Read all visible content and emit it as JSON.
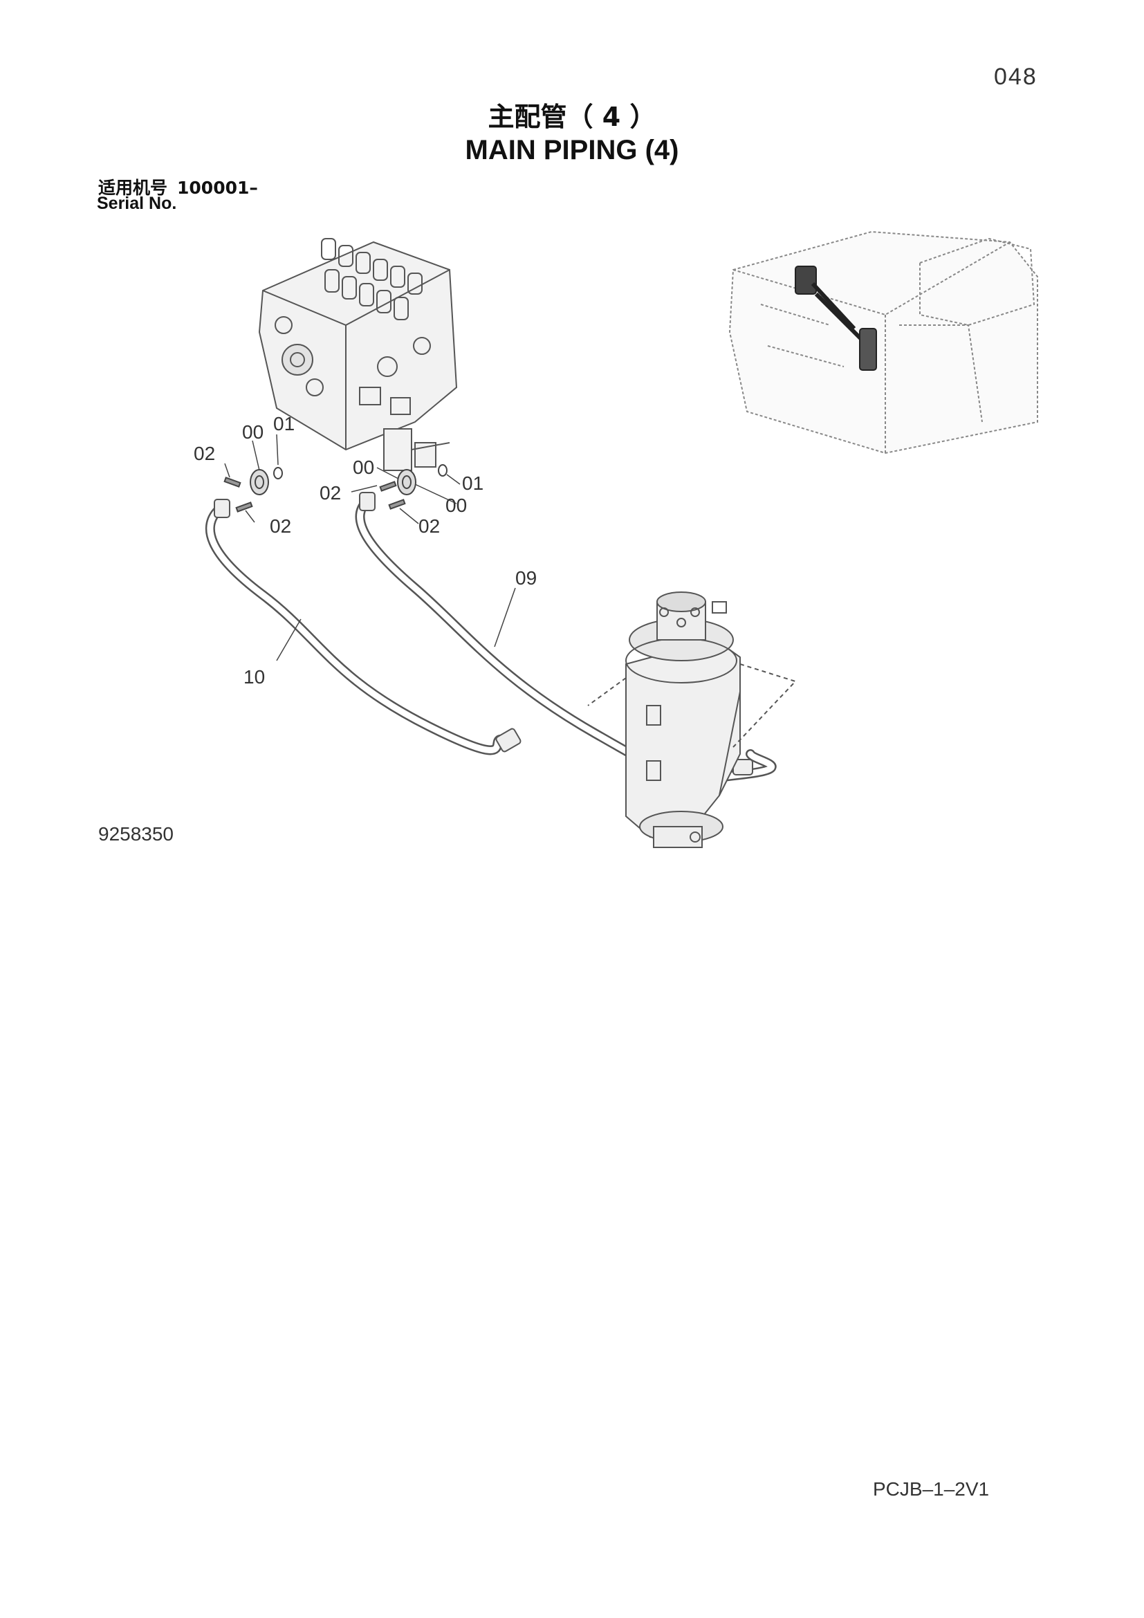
{
  "page_number": "048",
  "title_cn": "主配管（ 4 ）",
  "title_en": "MAIN PIPING (4)",
  "serial": {
    "label_cn": "适用机号",
    "range": "100001–",
    "label_en": "Serial No."
  },
  "callouts": {
    "c00a": "00",
    "c01a": "01",
    "c02a": "02",
    "c02b": "02",
    "c00b": "00",
    "c02c": "02",
    "c01b": "01",
    "c00c": "00",
    "c02d": "02",
    "c09": "09",
    "c10": "10"
  },
  "drawing_number": "9258350",
  "doc_code": "PCJB–1–2V1"
}
